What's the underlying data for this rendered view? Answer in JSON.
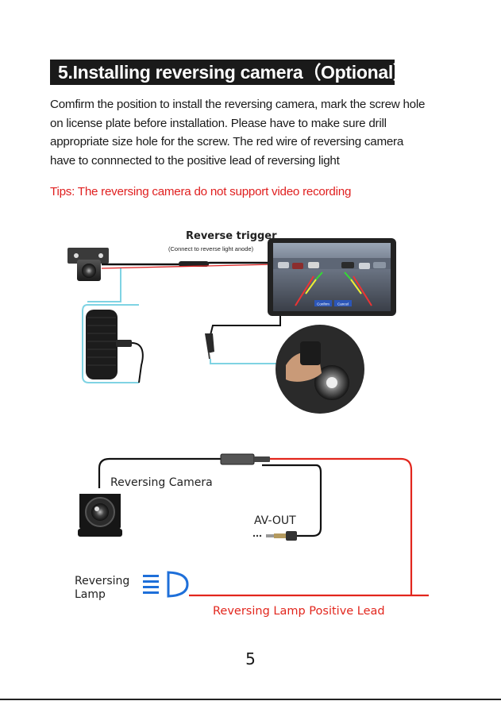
{
  "section": {
    "title": "5.Installing reversing camera（Optional）"
  },
  "body_lines": [
    "Comfirm the position to install the reversing camera, mark the screw hole",
    "on license plate before installation. Please have to make sure drill",
    "appropriate size hole for the screw. The red wire of reversing camera",
    "have to connnected to the positive lead of reversing light"
  ],
  "tips": "Tips: The reversing camera do not support video recording",
  "figure1": {
    "trigger_label": "Reverse trigger",
    "trigger_sub": "(Connect to reverse light anode)",
    "screen_btn_1": "Confirm",
    "screen_btn_2": "Cancel"
  },
  "figure2": {
    "camera_label": "Reversing Camera",
    "avout_label": "AV-OUT",
    "lamp_label_1": "Reversing",
    "lamp_label_2": "Lamp",
    "lead_label": "Reversing Lamp Positive Lead"
  },
  "colors": {
    "red_wire": "#e2261d",
    "lamp_blue": "#1e6fd9",
    "tips_red": "#e02020"
  },
  "page_number": "5"
}
